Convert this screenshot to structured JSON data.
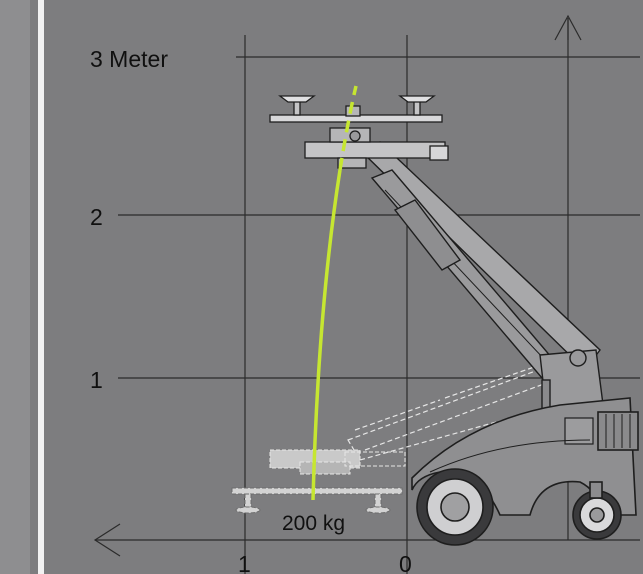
{
  "diagram": {
    "y_axis_labels": {
      "three": "3 Meter",
      "two": "2",
      "one": "1"
    },
    "x_axis_labels": {
      "one": "1",
      "zero": "0"
    },
    "load_label": "200 kg",
    "colors": {
      "background": "#7d7d7f",
      "grid_line": "#2b2b2b",
      "reach_arc": "#c6e631",
      "machine_body": "#8c8c8e",
      "outline": "#1e1e1e"
    }
  }
}
